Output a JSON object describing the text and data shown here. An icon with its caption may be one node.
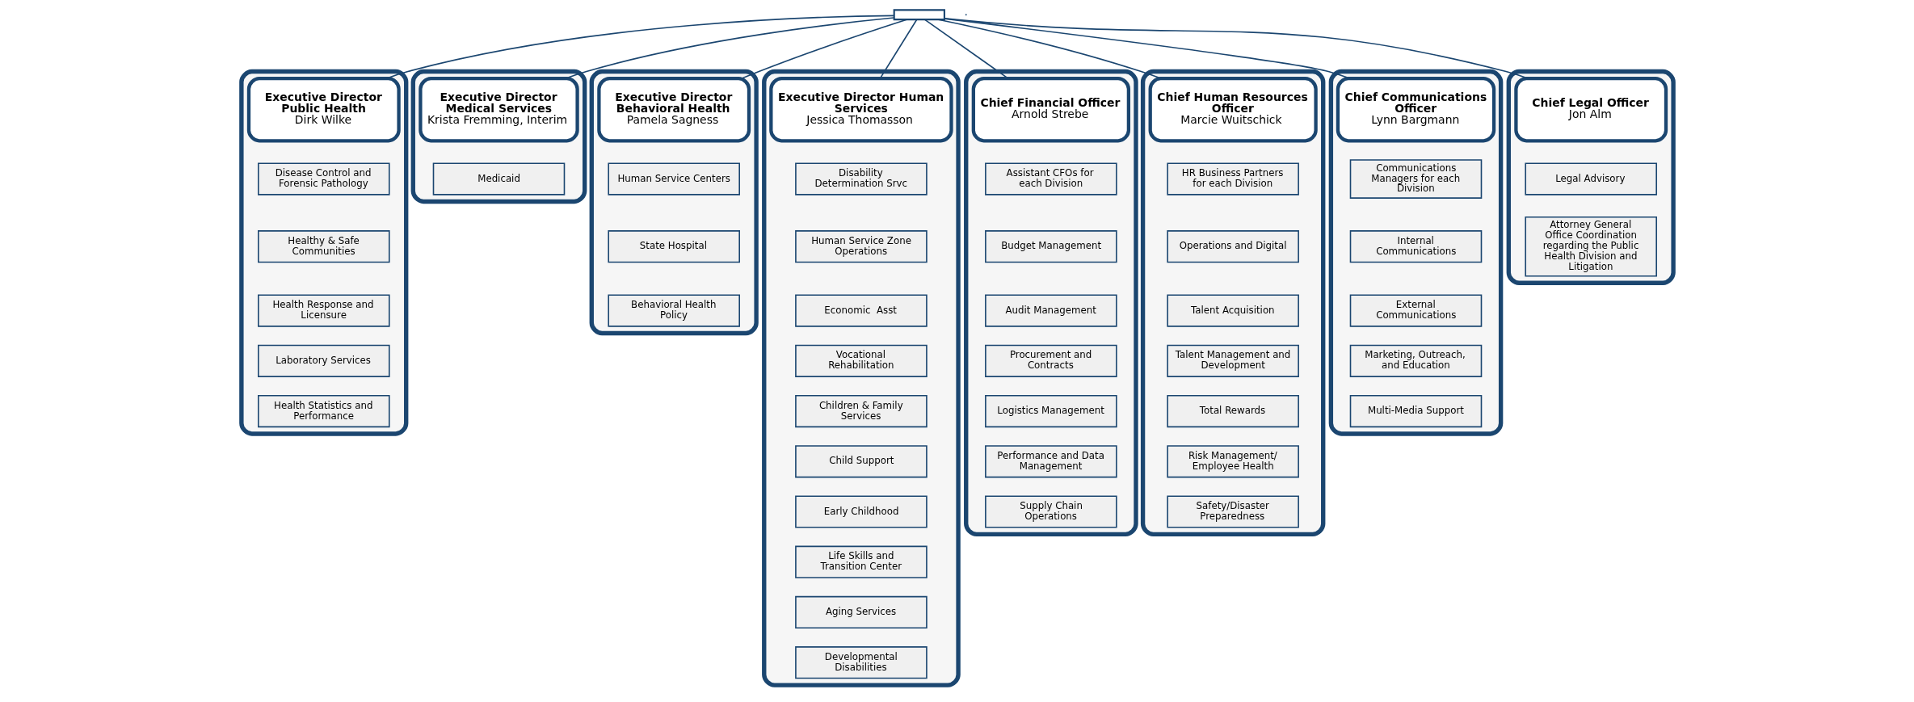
{
  "diagram": {
    "nodes": [
      {
        "text": [],
        "shape": "box"
      },
      {
        "text": [],
        "shape": "box"
      },
      {
        "text": [
          "Executive Director Public Health",
          "Dirk Wilke"
        ],
        "in": 1
      },
      {
        "text": [
          "Disease Control and Forensic Pathology"
        ],
        "in": 1
      },
      {
        "text": [
          "Healthy & Safe Communities"
        ],
        "in": 1
      },
      {
        "text": [
          "Health Response and Licensure"
        ],
        "in": 1
      },
      {
        "text": [
          "Laboratory Services"
        ],
        "in": 1
      },
      {
        "text": [
          "Health Statistics and Performance"
        ],
        "in": 1
      },
      {
        "text": [],
        "shape": "box"
      },
      {
        "text": [
          "Executive Director Medical Services",
          "Krista Fremming, Interim"
        ],
        "in": 8
      },
      {
        "text": [
          "Medicaid"
        ],
        "in": 8
      },
      {
        "text": [],
        "shape": "box"
      },
      {
        "text": [
          "Executive Director Behavioral Health",
          "Pamela Sagness"
        ],
        "in": 11
      },
      {
        "text": [
          "Human Service Centers"
        ],
        "in": 11
      },
      {
        "text": [
          "State Hospital"
        ],
        "in": 11
      },
      {
        "text": [
          "Behavioral Health Policy"
        ],
        "in": 11
      },
      {
        "text": [],
        "shape": "box"
      },
      {
        "text": [
          "Executive Director Human Services",
          "Jessica Thomasson"
        ],
        "in": 16
      },
      {
        "text": [
          "Disability Determination Srvc"
        ],
        "in": 16
      },
      {
        "text": [
          "Human Service Zone Operations"
        ],
        "in": 16
      },
      {
        "text": [
          "Economic  Asst"
        ],
        "in": 16
      },
      {
        "text": [
          "Vocational Rehabilitation"
        ],
        "in": 16
      },
      {
        "text": [
          "Children & Family Services"
        ],
        "in": 16
      },
      {
        "text": [
          "Child Support"
        ],
        "in": 16
      },
      {
        "text": [
          "Early Childhood"
        ],
        "in": 16
      },
      {
        "text": [
          "Life Skills and Transition Center"
        ],
        "in": 16
      },
      {
        "text": [
          "Aging Services"
        ],
        "in": 16
      },
      {
        "text": [
          "Developmental Disabilities"
        ],
        "in": 16
      },
      {
        "text": [],
        "shape": "box"
      },
      {
        "text": [
          "Chief Financial Officer",
          "Arnold Strebe"
        ],
        "in": 28
      },
      {
        "text": [
          "Assistant CFOs for each Division"
        ],
        "in": 28
      },
      {
        "text": [
          "Budget Management"
        ],
        "in": 28
      },
      {
        "text": [
          "Audit Management"
        ],
        "in": 28
      },
      {
        "text": [
          "Procurement and Contracts"
        ],
        "in": 28
      },
      {
        "text": [
          "Logistics Management"
        ],
        "in": 28
      },
      {
        "text": [
          "Performance and Data Management"
        ],
        "in": 28
      },
      {
        "text": [
          "Supply Chain Operations"
        ],
        "in": 28
      },
      {
        "text": [],
        "shape": "box"
      },
      {
        "text": [
          "Chief Human Resources Officer",
          "Marcie Wuitschick"
        ],
        "in": 37
      },
      {
        "text": [
          "HR Business Partners for each Division"
        ],
        "in": 37
      },
      {
        "text": [
          "Operations and Digital"
        ],
        "in": 37
      },
      {
        "text": [
          "Talent Acquisition"
        ],
        "in": 37
      },
      {
        "text": [
          "Talent Management and Development"
        ],
        "in": 37
      },
      {
        "text": [
          "Total Rewards"
        ],
        "in": 37
      },
      {
        "text": [
          "Risk Management/ Employee Health"
        ],
        "in": 37
      },
      {
        "text": [
          "Safety/Disaster Preparedness"
        ],
        "in": 37
      },
      {
        "text": [],
        "shape": "box"
      },
      {
        "text": [
          "Chief Communications Officer",
          "Lynn Bargmann"
        ],
        "in": 46
      },
      {
        "text": [
          "Communications Managers for each Division"
        ],
        "in": 46
      },
      {
        "text": [
          "Internal Communications"
        ],
        "in": 46
      },
      {
        "text": [
          "External Communications"
        ],
        "in": 46
      },
      {
        "text": [
          "Marketing, Outreach, and Education"
        ],
        "in": 46
      },
      {
        "text": [
          "Multi-Media Support"
        ],
        "in": 46
      },
      {
        "text": [],
        "shape": "box"
      },
      {
        "text": [
          "Chief Legal Officer",
          "Jon Alm"
        ],
        "in": 53
      },
      {
        "text": [
          "Legal Advisory"
        ],
        "in": 53
      },
      {
        "text": [
          "Attorney General Office Coordination regarding the Public Health Division and Litigation"
        ],
        "in": 53
      }
    ],
    "edges": [
      {
        "from": 0,
        "to": 2,
        "arrow": "none"
      },
      {
        "from": 0,
        "to": 9,
        "arrow": "none"
      },
      {
        "from": 0,
        "to": 12,
        "arrow": "none"
      },
      {
        "from": 0,
        "to": 17,
        "arrow": "none"
      },
      {
        "from": 0,
        "to": 29,
        "arrow": "none"
      },
      {
        "from": 0,
        "to": 38,
        "arrow": "none"
      },
      {
        "from": 0,
        "to": 47,
        "arrow": "none"
      },
      {
        "from": 0,
        "to": 54,
        "arrow": "none"
      }
    ]
  }
}
